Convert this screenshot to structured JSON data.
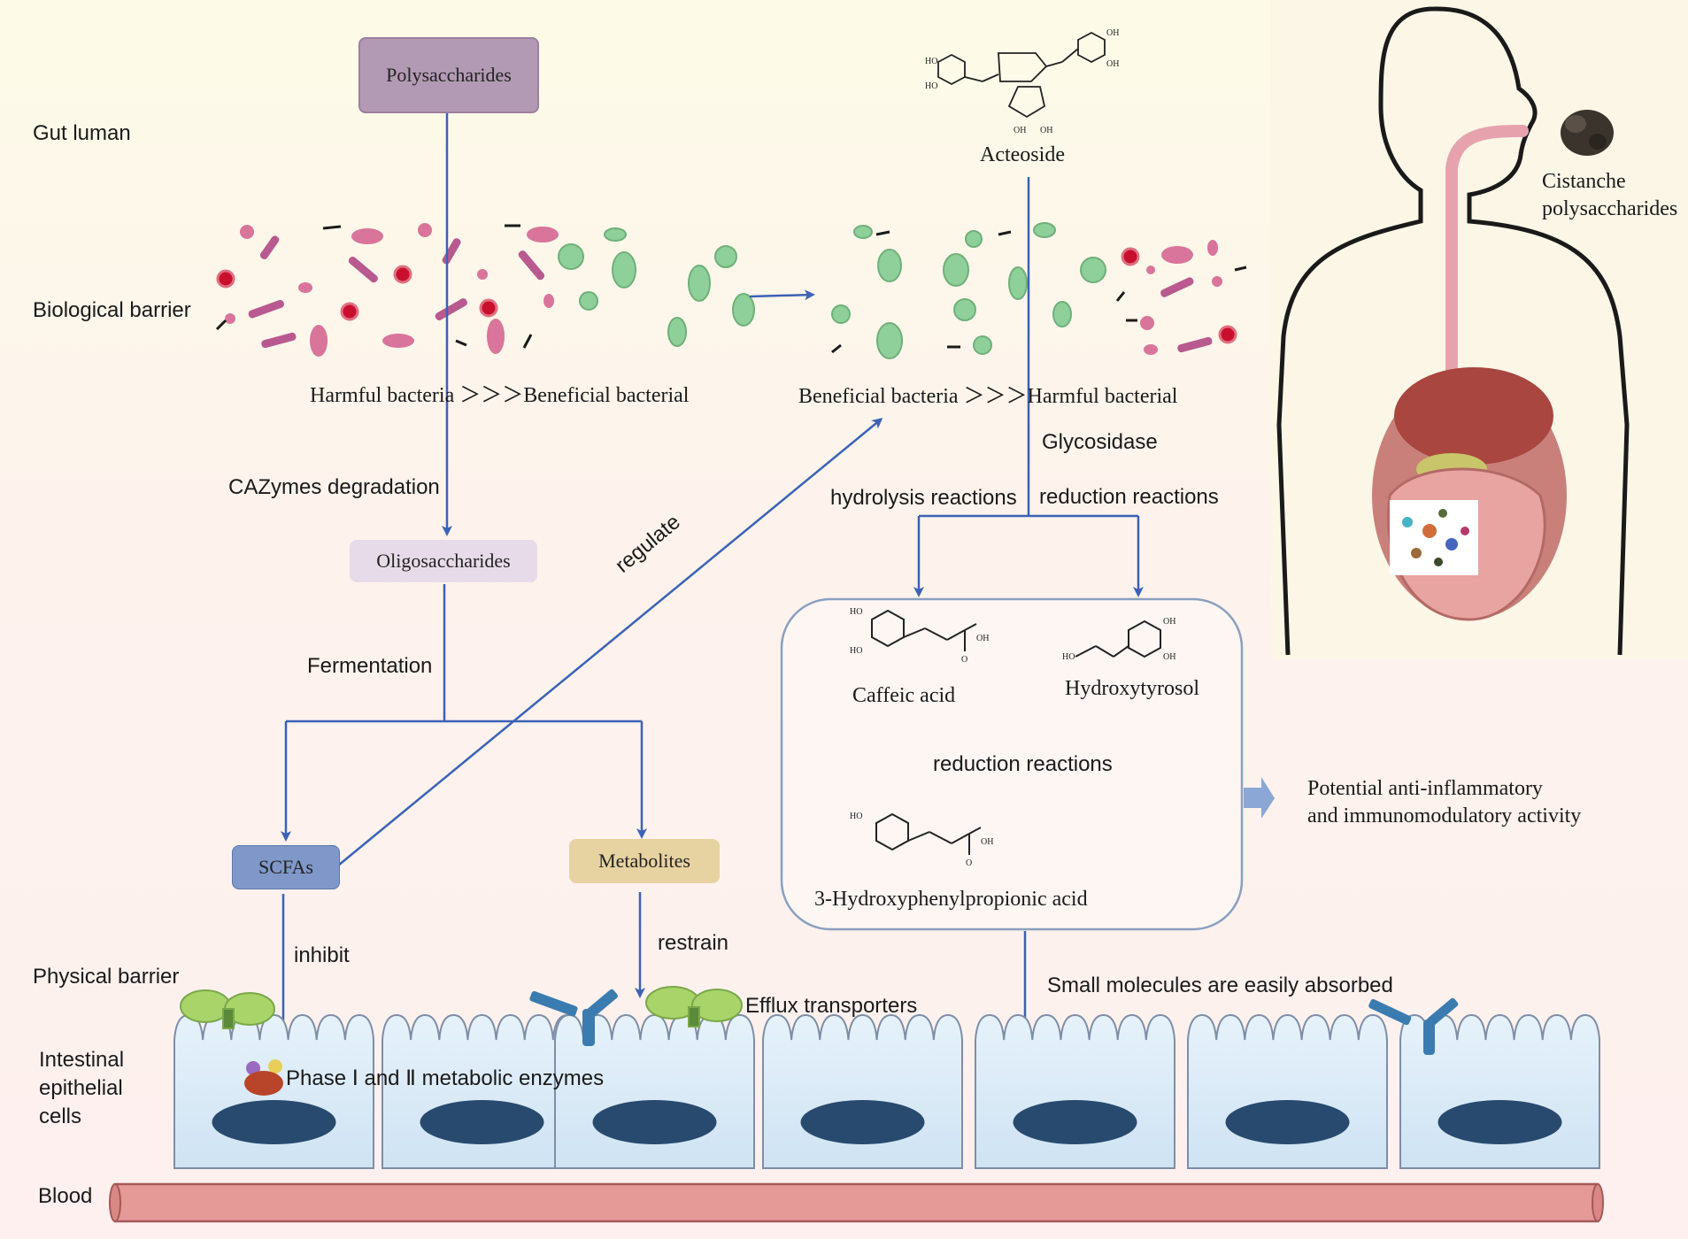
{
  "layers": {
    "gut_lumen": "Gut luman",
    "biological_barrier": "Biological barrier",
    "physical_barrier": "Physical barrier",
    "epithelial_cells": "Intestinal\nepithelial\ncells",
    "blood": "Blood"
  },
  "nodes": {
    "polysaccharides": "Polysaccharides",
    "oligosaccharides": "Oligosaccharides",
    "scfas": "SCFAs",
    "metabolites": "Metabolites",
    "acteoside": "Acteoside",
    "caffeic_acid": "Caffeic acid",
    "hydroxytyrosol": "Hydroxytyrosol",
    "hppa": "3-Hydroxyphenylpropionic acid",
    "cistanche": "Cistanche\npolysaccharides"
  },
  "edges": {
    "cazymes": "CAZymes degradation",
    "fermentation": "Fermentation",
    "regulate": "regulate",
    "inhibit": "inhibit",
    "restrain": "restrain",
    "glycosidase": "Glycosidase",
    "hydrolysis": "hydrolysis reactions",
    "reduction_1": "reduction reactions",
    "reduction_2": "reduction reactions",
    "absorbed": "Small molecules are easily absorbed"
  },
  "annotations": {
    "harmful_gt_beneficial": "Harmful bacteria ＞＞＞Beneficial bacterial",
    "beneficial_gt_harmful": "Beneficial bacteria ＞＞＞Harmful bacterial",
    "efflux": "Efflux transporters",
    "phase_enzymes": "Phase Ⅰ and Ⅱ metabolic enzymes",
    "activity": "Potential anti-inflammatory\nand immunomodulatory activity"
  },
  "chem_atoms": {
    "oh": "OH",
    "ho": "HO",
    "o": "O"
  },
  "colors": {
    "arrow": "#3b62b5",
    "polysaccharides_fill": "#b39ab4",
    "oligosaccharides_fill": "#e8dbe9",
    "scfas_fill": "#7f98c9",
    "metabolites_fill": "#e7d3a1",
    "cell_fill": "#dcecf8",
    "cell_stroke": "#7e8ea6",
    "nucleus": "#284a6e",
    "blood_fill": "#e69a98",
    "harmful_bacteria": "#d9749a",
    "beneficial_bacteria": "#8fd09a"
  }
}
